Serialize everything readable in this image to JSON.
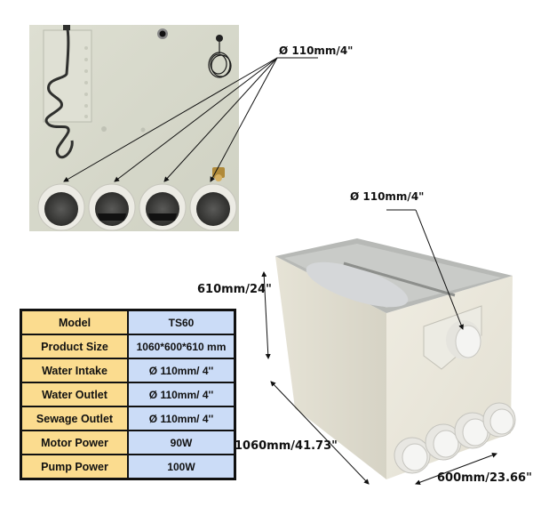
{
  "callouts": {
    "panel_pipe_diameter": "Ø 110mm/4\"",
    "box_pipe_diameter": "Ø 110mm/4\""
  },
  "dimensions": {
    "height": "610mm/24\"",
    "length": "1060mm/41.73\"",
    "width": "600mm/23.66\""
  },
  "spec_table": {
    "rows": [
      {
        "key": "Model",
        "value": "TS60"
      },
      {
        "key": "Product Size",
        "value": "1060*600*610 mm"
      },
      {
        "key": "Water Intake",
        "value": "Ø 110mm/ 4''"
      },
      {
        "key": "Water Outlet",
        "value": "Ø 110mm/ 4''"
      },
      {
        "key": "Sewage Outlet",
        "value": "Ø 110mm/ 4''"
      },
      {
        "key": "Motor Power",
        "value": "90W"
      },
      {
        "key": "Pump Power",
        "value": "100W"
      }
    ]
  },
  "colors": {
    "key_cell": "#fbdc8f",
    "value_cell": "#cbdcf7",
    "panel": "#d9dbcd",
    "box": "#e7e5d9"
  }
}
